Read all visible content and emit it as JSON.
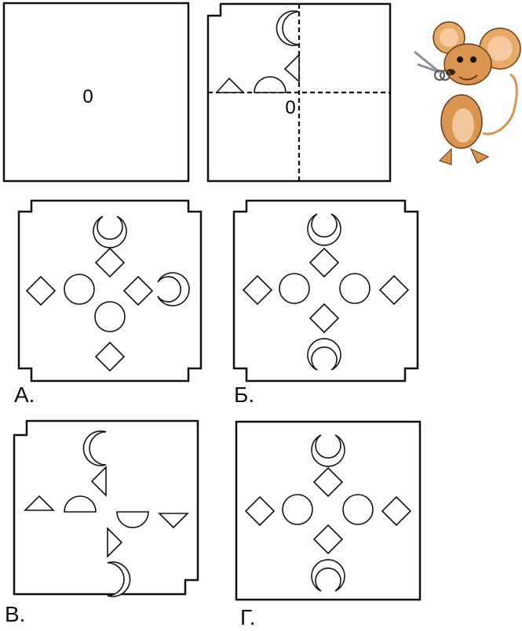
{
  "top_panels": {
    "square_marker": "0",
    "folded_marker": "0"
  },
  "options": {
    "a": "А.",
    "b": "Б.",
    "v": "В.",
    "g": "Г."
  },
  "mouse": {
    "icon": "mouse-with-scissors-icon",
    "body_color": "#d9944f",
    "ear_color": "#e8a866"
  }
}
